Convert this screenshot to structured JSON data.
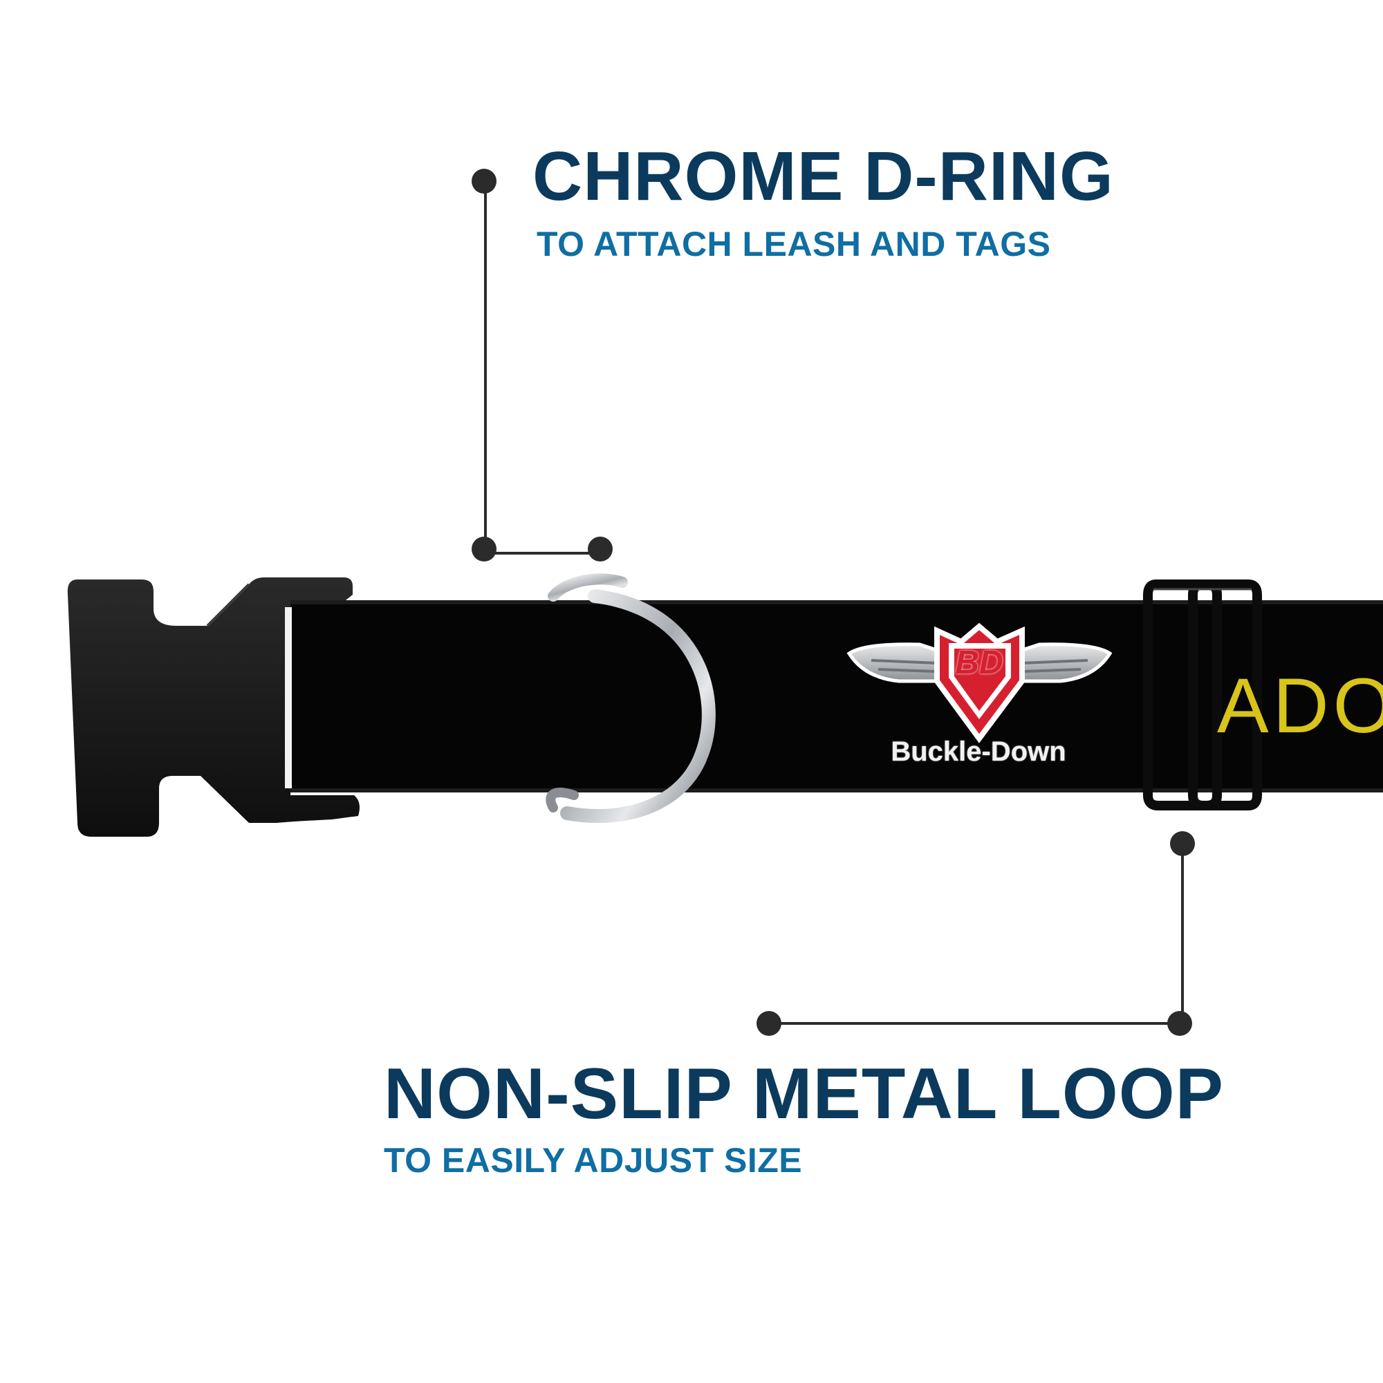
{
  "callouts": {
    "d_ring": {
      "title": "CHROME D-RING",
      "subtitle": "TO ATTACH LEASH AND TAGS"
    },
    "metal_loop": {
      "title": "NON-SLIP METAL LOOP",
      "subtitle": "TO EASILY ADJUST SIZE"
    }
  },
  "collar": {
    "brand_name": "Buckle-Down",
    "logo_monogram": "BD",
    "visible_text": "ADOI"
  },
  "colors": {
    "title": "#0b3a5c",
    "subtitle": "#0f6ea3",
    "leader_line": "#2b2b2b",
    "webbing": "#050505",
    "buckle": "#1a1a1a",
    "chrome": "#c9ccd0",
    "logo_red": "#d6202f",
    "collar_text": "#d8c41a"
  }
}
